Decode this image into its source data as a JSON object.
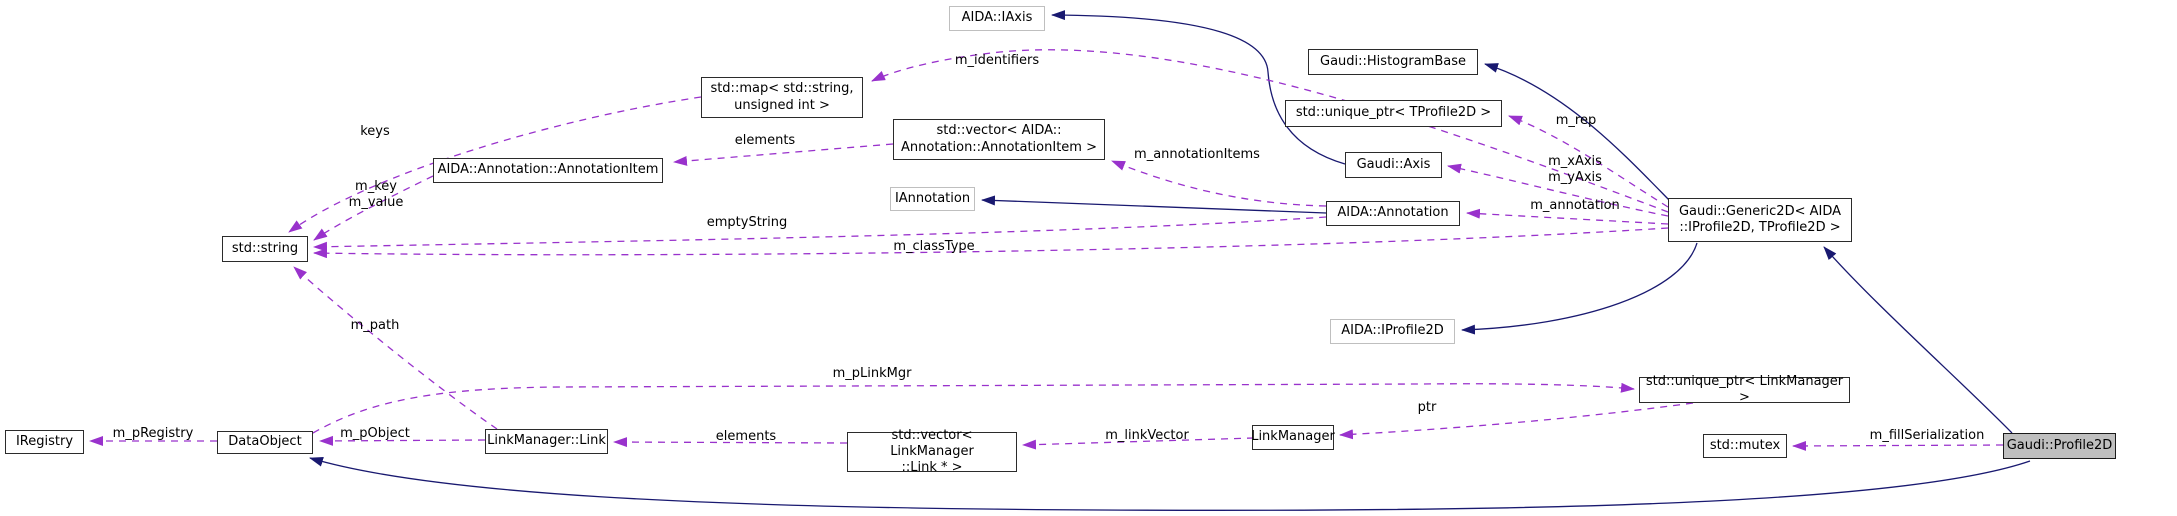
{
  "diagram": {
    "type": "doxygen-collaboration-graph",
    "selected_class": "Gaudi::Profile2D",
    "colors": {
      "inheritance_edge": "#191970",
      "usage_edge": "#9932cc",
      "node_border": "#2b2b2b",
      "external_node_border": "#bfbfbf",
      "selected_node_fill": "#bfbfbf",
      "node_fill": "#ffffff"
    }
  },
  "nodes": [
    {
      "id": "aida-iaxis",
      "label": "AIDA::IAxis",
      "external": true
    },
    {
      "id": "gaudi-histogrambase",
      "label": "Gaudi::HistogramBase",
      "external": false
    },
    {
      "id": "unique-ptr-tprofile2d",
      "label": "std::unique_ptr< TProfile2D >",
      "external": false
    },
    {
      "id": "gaudi-axis",
      "label": "Gaudi::Axis",
      "external": false
    },
    {
      "id": "aida-annotation",
      "label": "AIDA::Annotation",
      "external": false
    },
    {
      "id": "gaudi-generic2d",
      "label": "Gaudi::Generic2D< AIDA\n::IProfile2D, TProfile2D >",
      "external": false
    },
    {
      "id": "std-map",
      "label": "std::map< std::string,\nunsigned int >",
      "external": false
    },
    {
      "id": "std-vector-annotationitem",
      "label": "std::vector< AIDA::\nAnnotation::AnnotationItem >",
      "external": false
    },
    {
      "id": "aida-annotationitem",
      "label": "AIDA::Annotation::AnnotationItem",
      "external": false
    },
    {
      "id": "iannotation",
      "label": "IAnnotation",
      "external": true
    },
    {
      "id": "std-string",
      "label": "std::string",
      "external": false
    },
    {
      "id": "aida-iprofile2d",
      "label": "AIDA::IProfile2D",
      "external": true
    },
    {
      "id": "unique-ptr-linkmanager",
      "label": "std::unique_ptr< LinkManager >",
      "external": false
    },
    {
      "id": "std-mutex",
      "label": "std::mutex",
      "external": false
    },
    {
      "id": "gaudi-profile2d",
      "label": "Gaudi::Profile2D",
      "external": false,
      "selected": true
    },
    {
      "id": "iregistry",
      "label": "IRegistry",
      "external": false
    },
    {
      "id": "dataobject",
      "label": "DataObject",
      "external": false
    },
    {
      "id": "linkmanager-link",
      "label": "LinkManager::Link",
      "external": false
    },
    {
      "id": "std-vector-link",
      "label": "std::vector< LinkManager\n::Link * >",
      "external": false
    },
    {
      "id": "linkmanager",
      "label": "LinkManager",
      "external": false
    }
  ],
  "edges": [
    {
      "label": "",
      "type": "inheritance",
      "from": "Gaudi::Axis",
      "to": "AIDA::IAxis"
    },
    {
      "label": "",
      "type": "inheritance",
      "from": "Gaudi::Generic2D",
      "to": "Gaudi::HistogramBase"
    },
    {
      "label": "",
      "type": "inheritance",
      "from": "AIDA::Annotation",
      "to": "IAnnotation"
    },
    {
      "label": "",
      "type": "inheritance",
      "from": "Gaudi::Generic2D",
      "to": "AIDA::IProfile2D"
    },
    {
      "label": "",
      "type": "inheritance",
      "from": "Gaudi::Profile2D",
      "to": "Gaudi::Generic2D"
    },
    {
      "label": "",
      "type": "inheritance",
      "from": "Gaudi::Profile2D",
      "to": "DataObject"
    },
    {
      "label": "m_identifiers",
      "type": "usage",
      "from": "Gaudi::Generic2D",
      "to": "std::map< std::string, unsigned int >"
    },
    {
      "label": "keys",
      "type": "usage",
      "from": "std::map< std::string, unsigned int >",
      "to": "std::string"
    },
    {
      "label": "elements",
      "type": "usage",
      "from": "std::vector< AIDA::Annotation::AnnotationItem >",
      "to": "AIDA::Annotation::AnnotationItem"
    },
    {
      "label": "m_key\nm_value",
      "type": "usage",
      "from": "AIDA::Annotation::AnnotationItem",
      "to": "std::string"
    },
    {
      "label": "m_annotationItems",
      "type": "usage",
      "from": "AIDA::Annotation",
      "to": "std::vector< AIDA::Annotation::AnnotationItem >"
    },
    {
      "label": "emptyString",
      "type": "usage",
      "from": "AIDA::Annotation",
      "to": "std::string"
    },
    {
      "label": "m_classType",
      "type": "usage",
      "from": "Gaudi::Generic2D",
      "to": "std::string"
    },
    {
      "label": "m_rep",
      "type": "usage",
      "from": "Gaudi::Generic2D",
      "to": "std::unique_ptr< TProfile2D >"
    },
    {
      "label": "m_xAxis\nm_yAxis",
      "type": "usage",
      "from": "Gaudi::Generic2D",
      "to": "Gaudi::Axis"
    },
    {
      "label": "m_annotation",
      "type": "usage",
      "from": "Gaudi::Generic2D",
      "to": "AIDA::Annotation"
    },
    {
      "label": "m_path",
      "type": "usage",
      "from": "LinkManager::Link",
      "to": "std::string"
    },
    {
      "label": "m_pLinkMgr",
      "type": "usage",
      "from": "DataObject",
      "to": "std::unique_ptr< LinkManager >"
    },
    {
      "label": "m_pRegistry",
      "type": "usage",
      "from": "DataObject",
      "to": "IRegistry"
    },
    {
      "label": "m_pObject",
      "type": "usage",
      "from": "LinkManager::Link",
      "to": "DataObject"
    },
    {
      "label": "elements",
      "type": "usage",
      "from": "std::vector< LinkManager::Link * >",
      "to": "LinkManager::Link"
    },
    {
      "label": "m_linkVector",
      "type": "usage",
      "from": "LinkManager",
      "to": "std::vector< LinkManager::Link * >"
    },
    {
      "label": "ptr",
      "type": "usage",
      "from": "std::unique_ptr< LinkManager >",
      "to": "LinkManager"
    },
    {
      "label": "m_fillSerialization",
      "type": "usage",
      "from": "Gaudi::Profile2D",
      "to": "std::mutex"
    }
  ]
}
